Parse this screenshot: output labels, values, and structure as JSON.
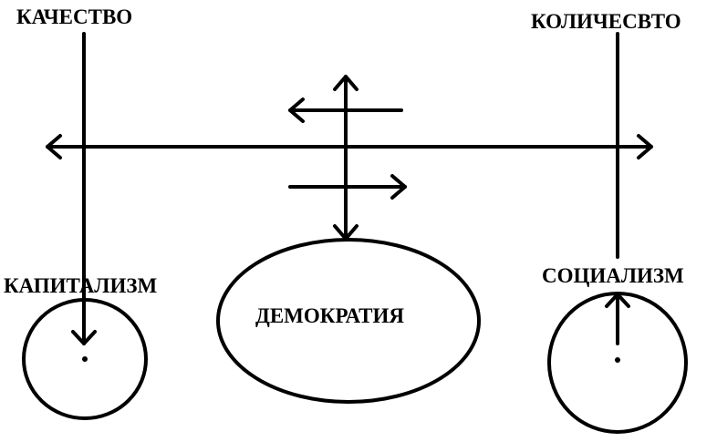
{
  "labels": {
    "quality": "КАЧЕСТВО",
    "quantity": "КОЛИЧЕСВТО",
    "capitalism": "КАПИТАЛИЗМ",
    "democracy": "ДЕМОКРАТИЯ",
    "socialism": "СОЦИАЛИЗМ"
  },
  "colors": {
    "ink": "#000000",
    "background": "#ffffff"
  }
}
